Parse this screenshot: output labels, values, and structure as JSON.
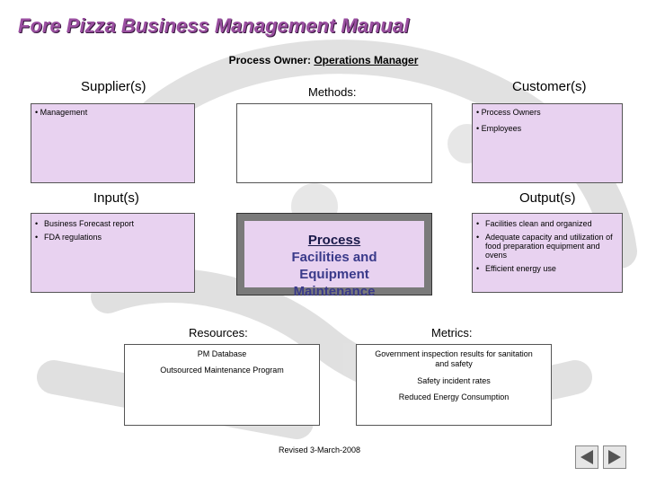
{
  "title": "Fore Pizza Business Management Manual",
  "owner": {
    "label": "Process Owner:",
    "value": "Operations Manager"
  },
  "labels": {
    "supplier": "Supplier(s)",
    "methods": "Methods:",
    "customer": "Customer(s)",
    "input": "Input(s)",
    "output": "Output(s)",
    "resources": "Resources:",
    "metrics": "Metrics:"
  },
  "supplier_items": [
    "Management"
  ],
  "customer_items": [
    "Process Owners",
    "Employees"
  ],
  "input_items": [
    "Business Forecast report",
    "FDA regulations"
  ],
  "output_items": [
    "Facilities clean and organized",
    "Adequate capacity and utilization of food preparation equipment and ovens",
    "Efficient energy use"
  ],
  "process": {
    "line1": "Process",
    "line2": "Facilities and",
    "line3": "Equipment",
    "line4": "Maintenance"
  },
  "resources_items": [
    "PM Database",
    "Outsourced Maintenance Program"
  ],
  "metrics_items": [
    "Government inspection results for sanitation and safety",
    "Safety incident rates",
    "Reduced Energy Consumption"
  ],
  "footer": "Revised 3-March-2008",
  "colors": {
    "box_fill": "#e8d2f0",
    "title": "#9a4fa0",
    "process_text": "#3a3a8a"
  },
  "icons": {
    "prev": "triangle-left-icon",
    "next": "triangle-right-icon"
  }
}
